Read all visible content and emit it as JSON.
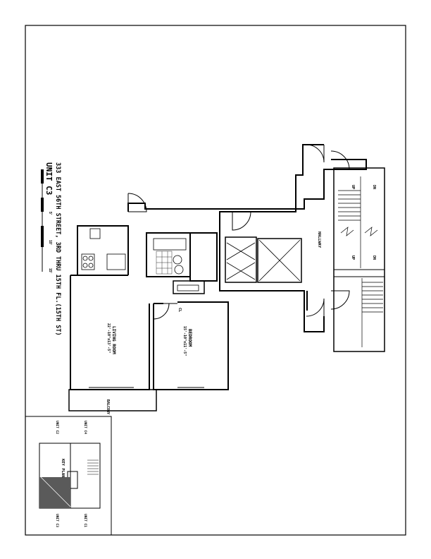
{
  "title": {
    "unit": "UNIT C3",
    "address": "333 EAST 56TH STREET, 3RD THRU 15TH FL.(15TH ST)",
    "scale_ticks": [
      "0",
      "5'",
      "10'",
      "15'"
    ]
  },
  "rooms": {
    "living": {
      "name": "LIVING ROOM",
      "dims": "22'-10\"x13'-5\""
    },
    "bedroom": {
      "name": "BEDROOM",
      "dims": "15'-10\"x11'-5\""
    },
    "balcony": "BALCONY",
    "hallway": "HALLWAY",
    "closet": "CL"
  },
  "stairs": {
    "labels": [
      "UP",
      "DN",
      "UP",
      "DN"
    ]
  },
  "key_plan": {
    "title": "KEY PLAN",
    "units": [
      "UNIT C2",
      "UNIT C3",
      "UNIT C4",
      "UNIT C1"
    ]
  },
  "colors": {
    "ink": "#000000",
    "highlight": "#5a5a5a",
    "paper": "#ffffff"
  }
}
